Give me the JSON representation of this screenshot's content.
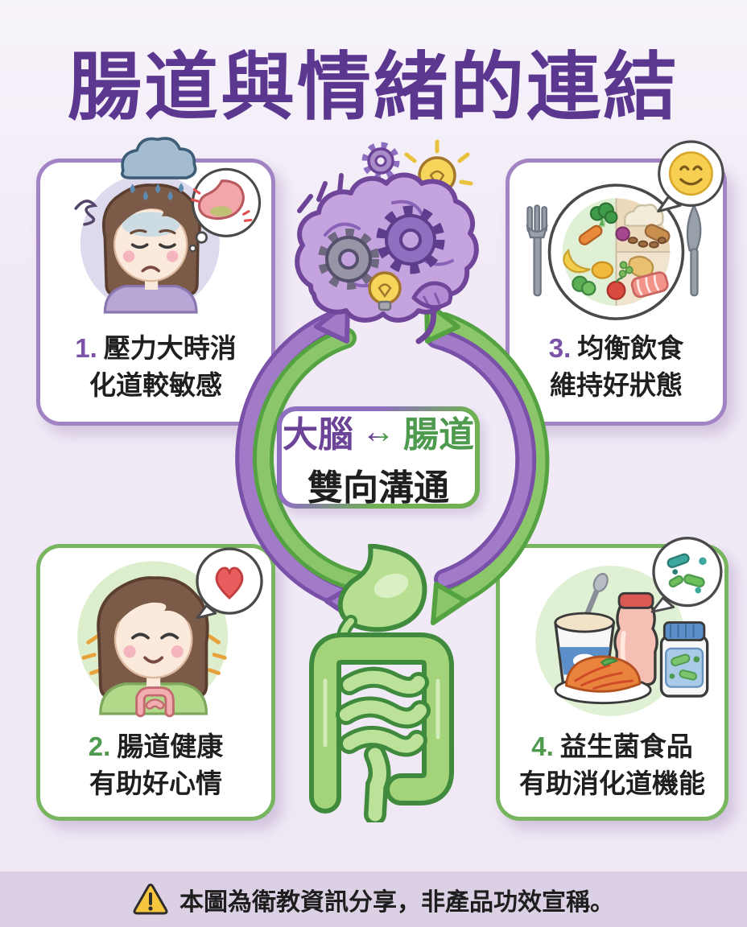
{
  "title": "腸道與情緒的連結",
  "cards": [
    {
      "number": "1.",
      "line1": "壓力大時消",
      "line2": "化道較敏感",
      "accent": "#7B52A8",
      "border": "#A284C4",
      "illustration": "stressed-woman-with-rain-cloud-and-stomach-bubble"
    },
    {
      "number": "2.",
      "line1": "腸道健康",
      "line2": "有助好心情",
      "accent": "#4E9A4E",
      "border": "#77B55F",
      "illustration": "happy-woman-with-gut-shirt-and-heart-bubble"
    },
    {
      "number": "3.",
      "line1": "均衡飲食",
      "line2": "維持好狀態",
      "accent": "#7B52A8",
      "border": "#A284C4",
      "illustration": "balanced-meal-plate-with-smiley-bubble"
    },
    {
      "number": "4.",
      "line1": "益生菌食品",
      "line2": "有助消化道機能",
      "accent": "#4E9A4E",
      "border": "#77B55F",
      "illustration": "probiotic-foods-with-bacteria-bubble"
    }
  ],
  "center_box": {
    "brain_label": "大腦",
    "arrow_symbol": "↔",
    "gut_label": "腸道",
    "subtitle": "雙向溝通"
  },
  "footer": {
    "icon": "warning-triangle",
    "text": "本圖為衛教資訊分享，非產品功效宣稱。"
  },
  "colors": {
    "background": "#F2ECF7",
    "title": "#5C3790",
    "purple_accent": "#7B52A8",
    "green_accent": "#4E9A4E",
    "card_border_purple": "#A284C4",
    "card_border_green": "#77B55F",
    "arrow_purple": "#A27BC8",
    "arrow_green": "#8BC66B",
    "brain_fill": "#C4A3DE",
    "gut_fill": "#A3D47A",
    "footer_bg": "#DBD0E4",
    "warning_yellow": "#F7C63F"
  }
}
